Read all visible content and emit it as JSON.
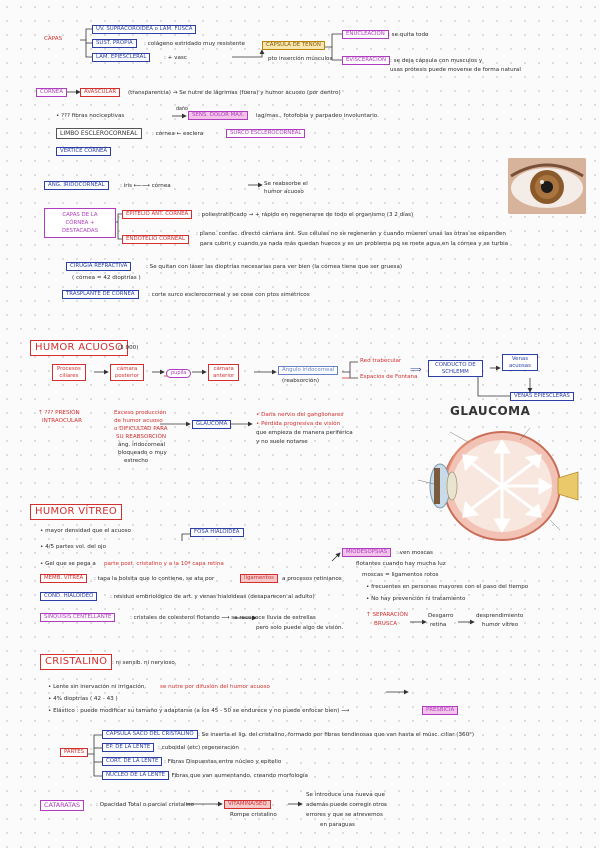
{
  "capas": {
    "label": "CAPAS",
    "uv": "ÚV. SUPRACOROIDEA o LÁM. FUSCA",
    "sust": "SUST. PROPIA",
    "sust_desc": ": colágeno estridado muy resistente",
    "lam": "LÁM. EPIESCLERAL",
    "lam_desc": ": + vasc",
    "tenon": "CÁPSULA DE TENON",
    "tenon_desc": "pto inserción músculos",
    "enucl": "ENUCLEACIÓN",
    "enucl_desc": ": se quita todo",
    "evisc": "EVISCERACIÓN",
    "evisc_desc1": ": se deja cápsula con musculos y",
    "evisc_desc2": "usas prótesis puede moverse de forma natural"
  },
  "cornea": {
    "label": "CÓRNEA",
    "avascular": "AVASCULAR",
    "avascular_desc": "(transparencia) → Se nutre de lágrimas (fuera) y humor acuoso (por dentro)",
    "fibras": "• ??? fibras nociceptivas",
    "dano": "daño",
    "sens": "SENS. DOLOR MAX.",
    "sens_desc": "lag/mas., fotofobia y parpadeo involuntario.",
    "limbo": "LIMBO ESCLEROCORNEAL",
    "limbo_desc": ": córnea ← esclera",
    "surco": "SURCO ESCLEROCORNEAL",
    "vertice": "VÉRTICE CÓRNEA"
  },
  "angulo": {
    "label": "ÁNG. IRIDOCORNEAL",
    "desc": ": iris ⟵⟶ córnea",
    "reabsorbe1": "Se reabsorbe el",
    "reabsorbe2": "humor acuoso"
  },
  "capas_cornea": {
    "label1": "CAPAS DE LA",
    "label2": "CÓRNEA +",
    "label3": "DESTACADAS",
    "epitelio": "EPITELIO ANT. CÓRNEA",
    "epitelio_desc": ": poliestratificado → + rápido en regenerarse de todo el organismo (3 2 días)",
    "endotelio": "ENDOTELIO CORNEAL",
    "endo_desc1": ": plano. contac. directo cámara ant. Sus células no se regeneran y cuando mueren unas las otras se expanden",
    "endo_desc2": "para cubrir y cuando ya nada más quedan huecos y es un problema pq se mete agua en la córnea y se turbia",
    "cirugia": "CIRUGÍA REFRACTIVA",
    "cirugia_desc": ": Se quitan con láser las dioptrías necesarias para ver bien (la córnea tiene que ser gruesa)",
    "cirugia_note": "( córnea = 42 dioptrías )",
    "trasplante": "TRASPLANTE DE CÓRNEA",
    "trasplante_desc": ": corte surco esclerocorneal y se cose con ptos simétricos"
  },
  "humor_acuoso": {
    "title": "HUMOR ACUOSO",
    "note": "(3 000)",
    "procesos1": "Procesos",
    "procesos2": "ciliares",
    "camara_post1": "cámara",
    "camara_post2": "posterior",
    "pupila": "pupila",
    "camara_ant1": "cámara",
    "camara_ant2": "anterior",
    "angulo1": "Ángulo iridocorneal",
    "angulo2": "(reabsorción)",
    "red_trab": "Red trabecular",
    "espacios": "Espacios de Fontana",
    "schlemm1": "CONDUCTO DE",
    "schlemm2": "SCHLEMM",
    "venas_acuosas1": "Venas",
    "venas_acuosas2": "acuosas",
    "venas_epi": "VENAS EPIESCLERAS"
  },
  "presion": {
    "label1": "↑ ??? PRESIÓN",
    "label2": "INTRAOCULAR",
    "causa1": "Exceso producción",
    "causa2": "de humor acuoso",
    "causa3": "o DIFICULTAD PARA",
    "causa4": "SU REABSORCIÓN",
    "causa5": "áng. iridocorneal",
    "causa6": "bloqueado o muy",
    "causa7": "estrecho",
    "glaucoma": "GLAUCOMA",
    "efecto1": "• Daña nervio del ganglionares",
    "efecto2": "• Pérdida progresiva de visión",
    "efecto3": "que empieza de manera periférica",
    "efecto4": "y no suele notarse",
    "figure_title": "GLAUCOMA"
  },
  "humor_vitreo": {
    "title": "HUMOR VÍTREO",
    "b1": "• mayor densidad que el acuoso",
    "b2": "• 4/5 partes vol. del ojo",
    "b3a": "• Gel que se pega a",
    "b3b": "parte post. cristalino y a la 10ª capa retina",
    "fosa": "FOSA HIALOIDEA",
    "memb": "MEMB. VÍTREA",
    "memb_desc": ": tapa la bolsita que lo contiene, se ata por",
    "ligamentos": "ligamentos",
    "memb_desc2": "a procesos retinianos",
    "miodesopsias": "MIODESOPSIAS",
    "mio_desc": ": ven moscas",
    "mio_l1": "flotantes cuando hay mucha luz",
    "mio_l2": "moscas = ligamentos rotos",
    "mio_l3": "• frecuentes en personas mayores con el paso del tiempo",
    "mio_l4": "• No hay prevención ni tratamiento",
    "cond": "COND. HIALOIDEO",
    "cond_desc": ": residuo embriológico de art. y venas hialoideas (desaparecen al adulto)",
    "sinquisis": "SINQUISIS CENTELLANTE",
    "sinq_desc": ": cristales de colesterol flotando ⟶ se reconoce lluvia de estrellas",
    "sinq_desc2": "pero solo puede algo de visión.",
    "separacion1": "↑ SEPARACIÓN",
    "separacion2": "BRUSCA",
    "desg1": "Desgarro",
    "desg2": "retina",
    "desp1": "desprendimiento",
    "desp2": "humor vítreo"
  },
  "cristalino": {
    "title": "CRISTALINO",
    "note": ": ni sensib. ni nervioso.",
    "b1": "• Lente sin inervación ni irrigación,",
    "b1b": "se nutre por difusión del humor acuoso",
    "b2": "• 4% dioptrías ( 42 - 43 )",
    "b3": "• Elástico : puede modificar su tamaño y adaptarse (a los 45 - 50 se endurece y no puede enfocar bien) ⟶",
    "presbicia": "PRESBICIA",
    "partes": "PARTES",
    "p1": "CÁPSULA SACO DEL CRISTALINO",
    "p1_desc": ": Se inserta el lig. del cristalino, formado por fibras tendinosas que van hasta el músc. ciliar (360°)",
    "p2": "EP. DE LA LENTE",
    "p2_desc": ": cuboidal (etc) regeneración",
    "p3": "CORT. DE LA LENTE",
    "p3_desc": ": Fibras Dispuestas entre núcleo y epitelio",
    "p4": "NÚCLEO DE LA LENTE",
    "p4_desc": ": Fibras que van aumentando, creando morfología"
  },
  "cataratas": {
    "label": "CATARATAS",
    "desc": ": Opacidad Total o parcial cristalino",
    "vitamina": "VITAMINA/SEQ",
    "rompe": "Rompe cristalino",
    "n1": "Se introduce una nueva que",
    "n2": "además puede corregir otros",
    "n3": "errores y que se atrevemos",
    "n4": "en paraguas"
  },
  "colors": {
    "red": "#d32f2f",
    "blue": "#2c3fa8",
    "purple": "#b03cc0",
    "pink_highlight": "#f3c3ea"
  }
}
